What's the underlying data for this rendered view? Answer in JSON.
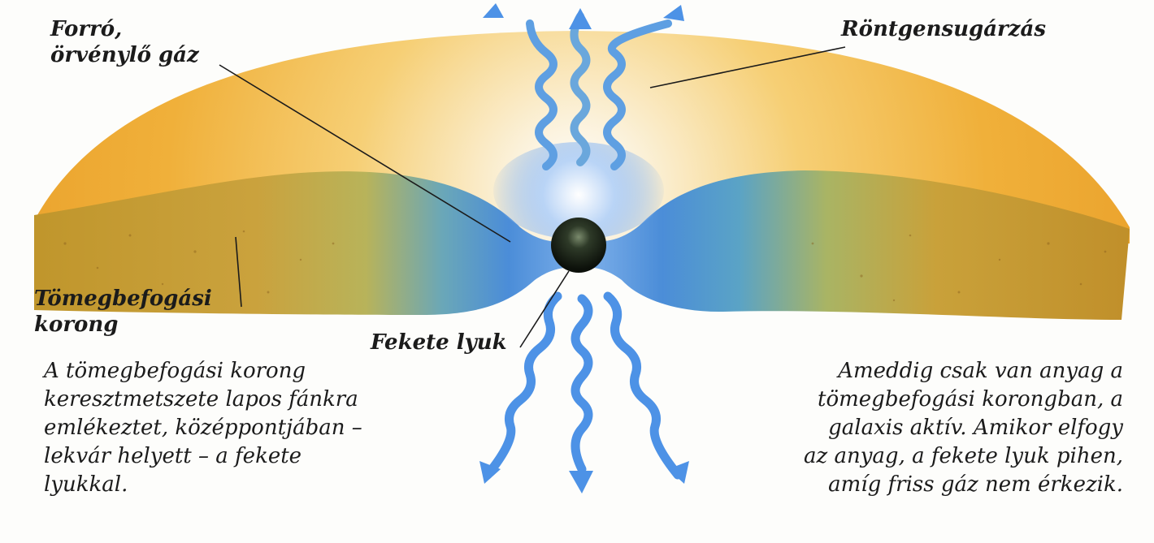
{
  "labels": {
    "hot_gas": [
      "Forró,",
      "örvénylő gáz"
    ],
    "xray": "Röntgensugárzás",
    "disk": [
      "Tömegbefogási",
      "korong"
    ],
    "black_hole": "Fekete lyuk"
  },
  "captions": {
    "left": [
      "A tömegbefogási korong",
      "keresztmetszete lapos fánkra",
      "emlékeztet, középpontjában –",
      "lekvár helyett – a fekete",
      "lyukkal."
    ],
    "right": [
      "Ameddig csak van anyag a",
      "tömegbefogási korongban, a",
      "galaxis aktív. Amikor elfogy",
      "az anyag, a fekete lyuk pihen,",
      "amíg friss gáz nem érkezik."
    ]
  },
  "colors": {
    "frame": "#000000",
    "background": "#fdfdfb",
    "gas_orange": "#f2b23a",
    "disk_gold": "#c4982e",
    "disk_blue": "#4d8fd8",
    "ray_blue": "#4d92e6",
    "black_hole": "#141a12",
    "text": "#1b1b1b"
  }
}
